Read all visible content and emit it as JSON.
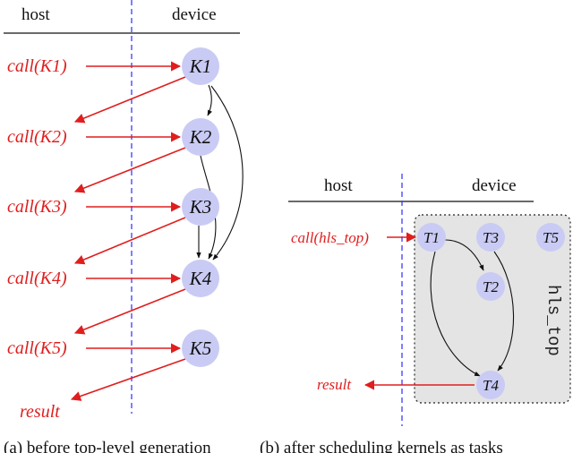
{
  "panel_a": {
    "header_host": "host",
    "header_device": "device",
    "calls": [
      "call(K1)",
      "call(K2)",
      "call(K3)",
      "call(K4)",
      "call(K5)"
    ],
    "nodes": [
      "K1",
      "K2",
      "K3",
      "K4",
      "K5"
    ],
    "result": "result",
    "caption": "(a) before top-level generation"
  },
  "panel_b": {
    "header_host": "host",
    "header_device": "device",
    "call": "call(hls_top)",
    "nodes": [
      "T1",
      "T2",
      "T3",
      "T4",
      "T5"
    ],
    "result": "result",
    "box_label": "hls_top",
    "caption": "(b) after scheduling kernels as tasks"
  },
  "colors": {
    "node_fill": "#c9cbf4",
    "call_red": "#e01e1e",
    "divider_blue": "#3b3bff",
    "box_fill": "#e4e4e4"
  }
}
